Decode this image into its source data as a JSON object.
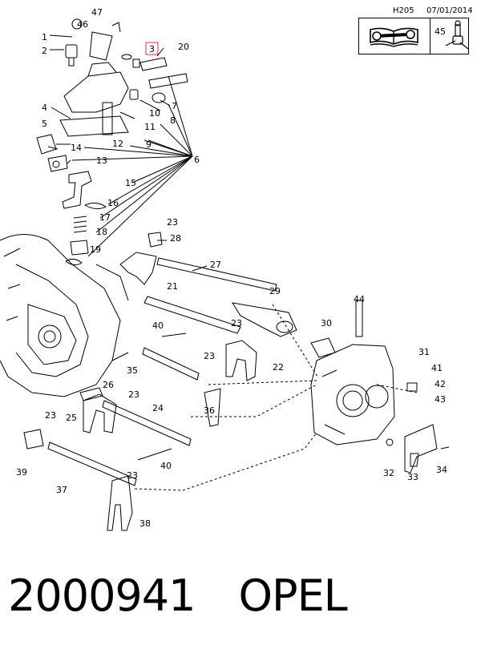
{
  "header": {
    "code": "H205",
    "date": "07/01/2014",
    "ref_number": "45",
    "manual_icon": "repair-manual-icon",
    "part_icon": "shift-lever-part-icon"
  },
  "callouts": {
    "c1": "1",
    "c2": "2",
    "c3": "3",
    "c4": "4",
    "c5": "5",
    "c6": "6",
    "c7": "7",
    "c8": "8",
    "c9": "9",
    "c10": "10",
    "c11": "11",
    "c12": "12",
    "c13": "13",
    "c14": "14",
    "c15": "15",
    "c16": "16",
    "c17": "17",
    "c18": "18",
    "c19": "19",
    "c20": "20",
    "c21": "21",
    "c22": "22",
    "c23a": "23",
    "c23b": "23",
    "c23c": "23",
    "c23d": "23",
    "c23e": "23",
    "c23f": "23",
    "c24": "24",
    "c25": "25",
    "c26": "26",
    "c27": "27",
    "c28": "28",
    "c29": "29",
    "c30": "30",
    "c31": "31",
    "c32": "32",
    "c33": "33",
    "c34": "34",
    "c35": "35",
    "c36": "36",
    "c37": "37",
    "c38": "38",
    "c39": "39",
    "c40a": "40",
    "c40b": "40",
    "c41": "41",
    "c42": "42",
    "c43": "43",
    "c44": "44",
    "c46": "46",
    "c47": "47"
  },
  "colors": {
    "highlight": "#e0303a",
    "line": "#000000"
  },
  "footer": {
    "part_number": "2000941",
    "brand": "OPEL"
  }
}
